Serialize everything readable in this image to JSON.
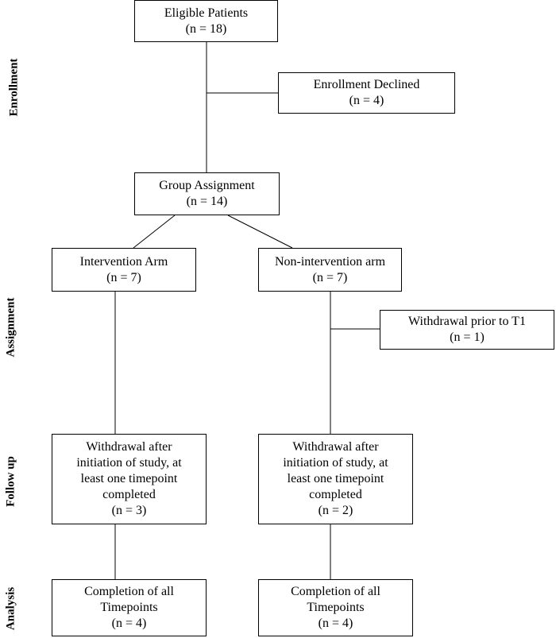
{
  "stages": {
    "enrollment": "Enrollment",
    "assignment": "Assignment",
    "follow_up": "Follow up",
    "analysis": "Analysis"
  },
  "boxes": {
    "eligible": {
      "line1": "Eligible Patients",
      "line2": "(n = 18)"
    },
    "declined": {
      "line1": "Enrollment Declined",
      "line2": "(n = 4)"
    },
    "group_assignment": {
      "line1": "Group Assignment",
      "line2": "(n = 14)"
    },
    "intervention_arm": {
      "line1": "Intervention Arm",
      "line2": "(n = 7)"
    },
    "non_intervention_arm": {
      "line1": "Non-intervention arm",
      "line2": "(n = 7)"
    },
    "withdrawal_prior": {
      "line1": "Withdrawal prior to T1",
      "line2": "(n = 1)"
    },
    "withdrawal_after_left": {
      "line1": "Withdrawal after",
      "line2": "initiation of study, at",
      "line3": "least one timepoint",
      "line4": "completed",
      "line5": "(n = 3)"
    },
    "withdrawal_after_right": {
      "line1": "Withdrawal after",
      "line2": "initiation of study, at",
      "line3": "least one timepoint",
      "line4": "completed",
      "line5": "(n = 2)"
    },
    "completion_left": {
      "line1": "Completion of all",
      "line2": "Timepoints",
      "line3": "(n = 4)"
    },
    "completion_right": {
      "line1": "Completion of all",
      "line2": "Timepoints",
      "line3": "(n = 4)"
    }
  }
}
